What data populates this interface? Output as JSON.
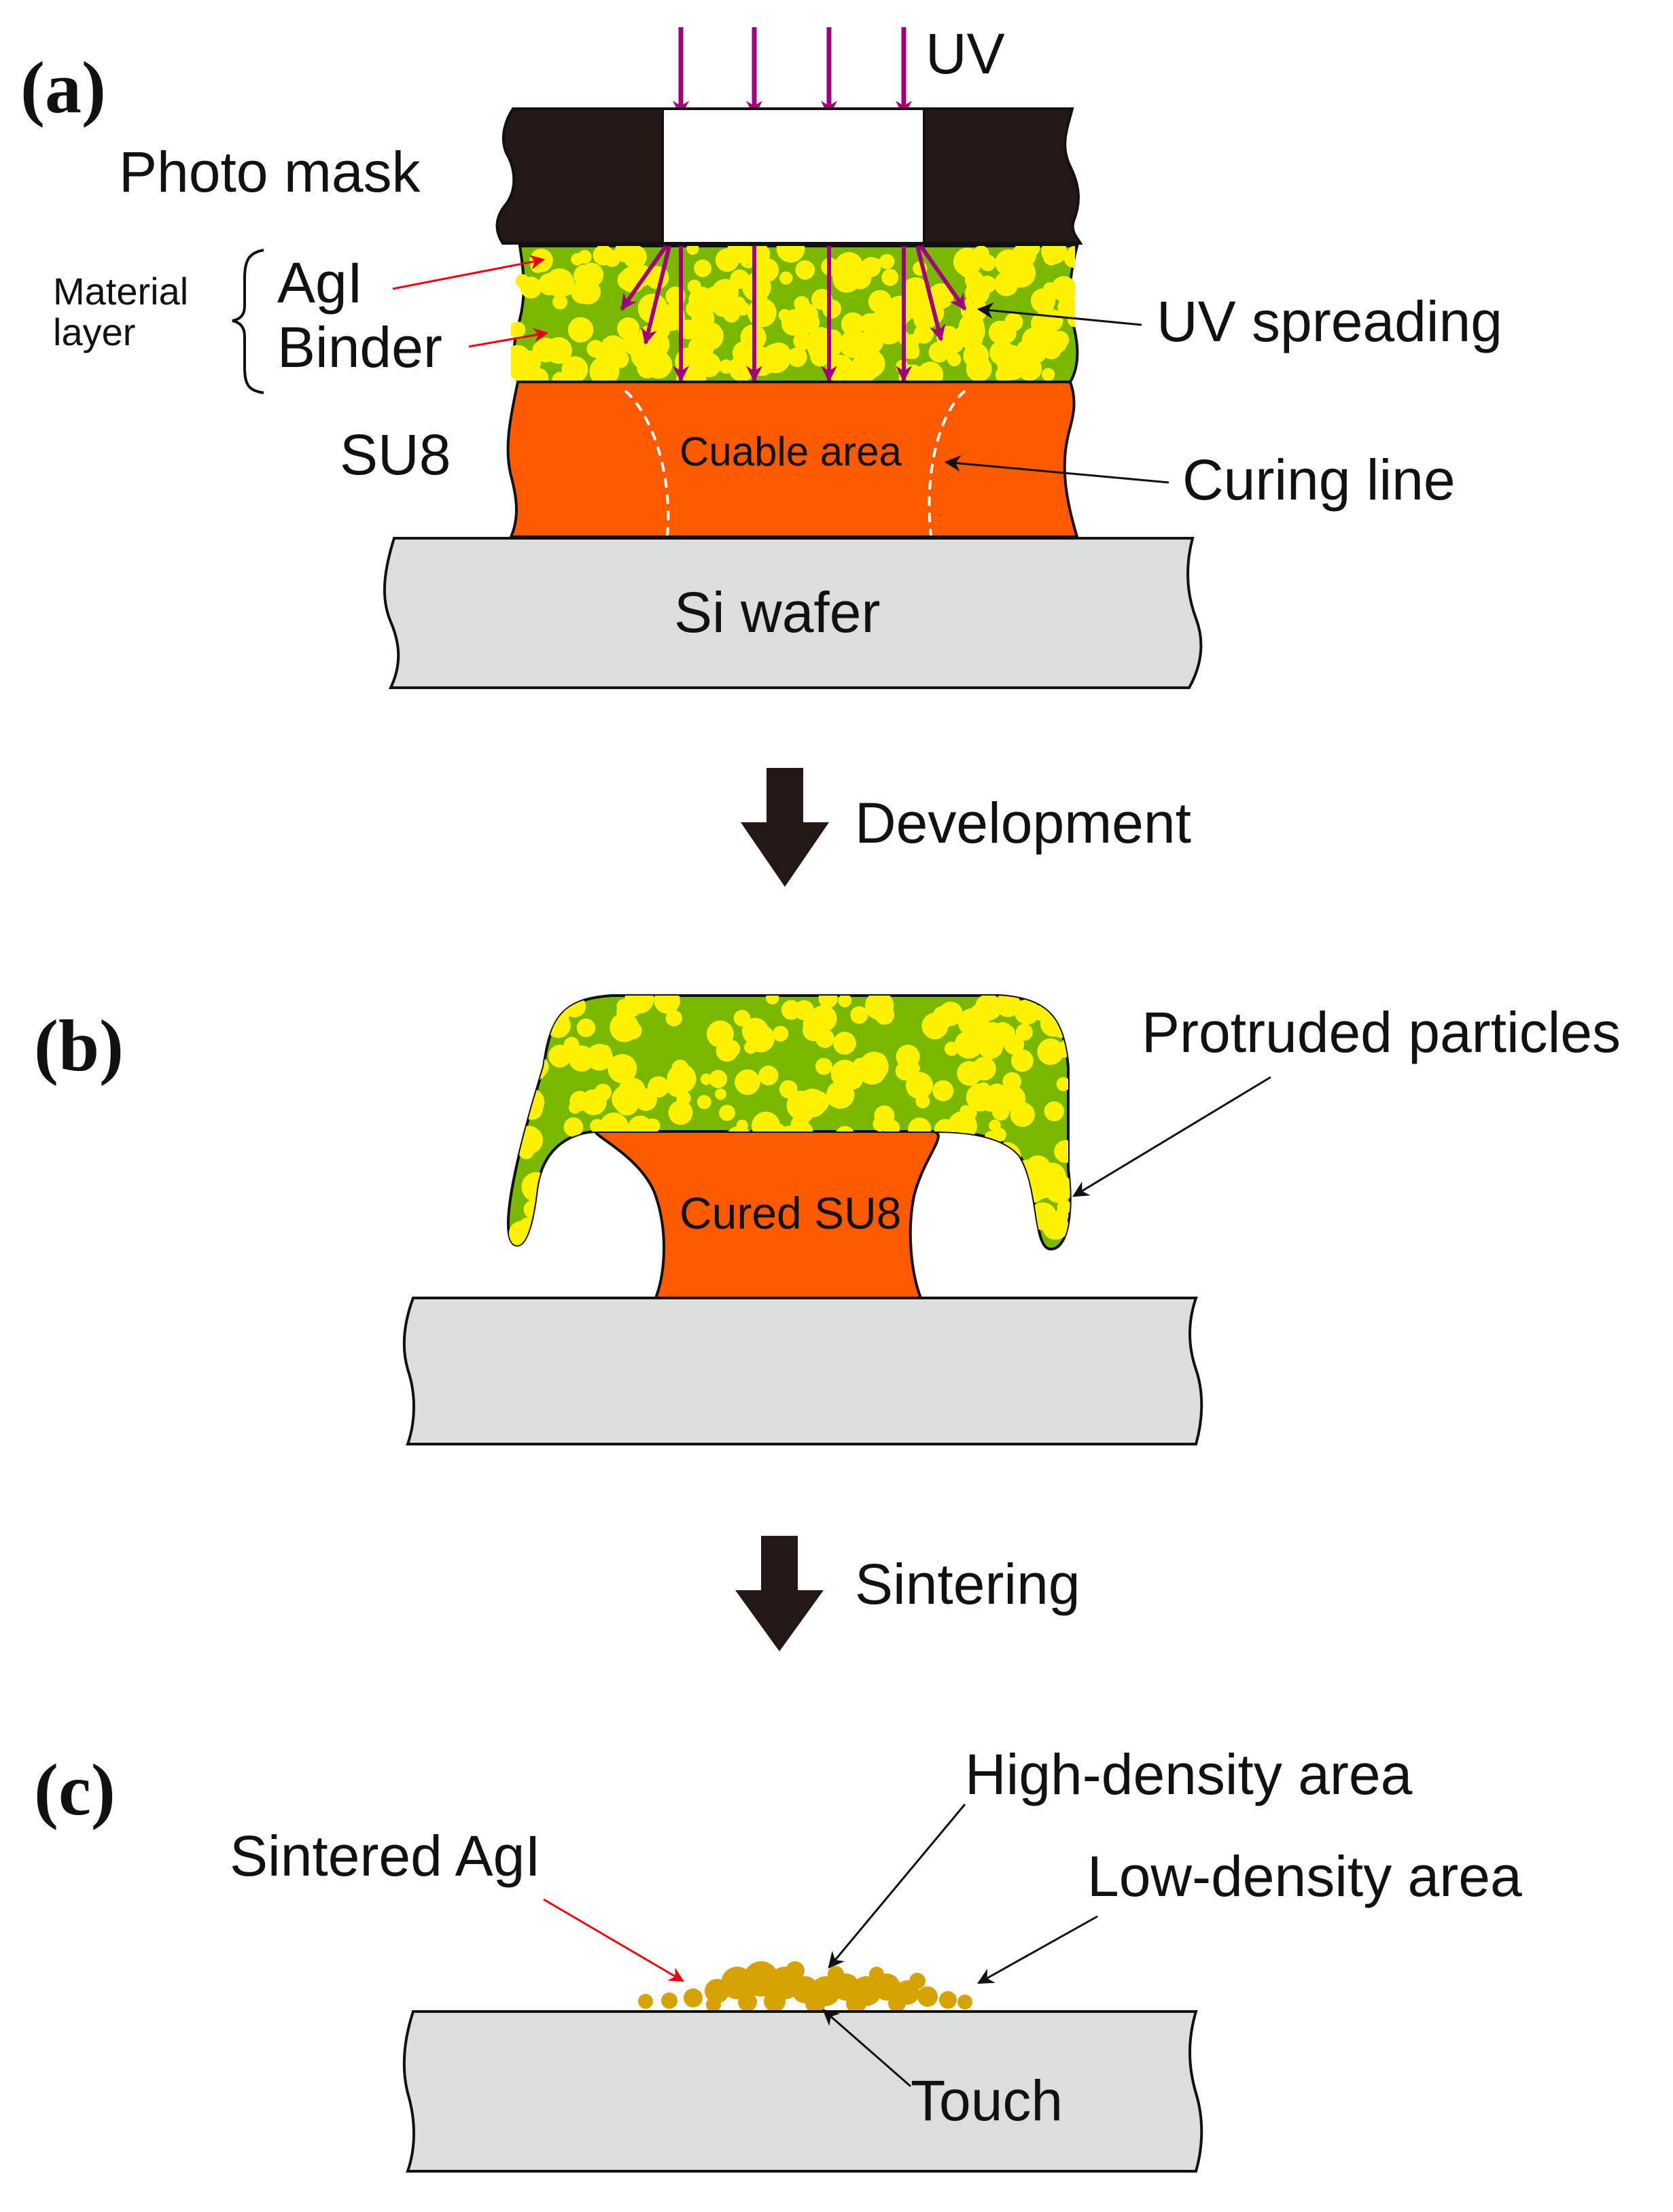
{
  "panels": {
    "a": "(a)",
    "b": "(b)",
    "c": "(c)"
  },
  "labels": {
    "uv": "UV",
    "photo_mask": "Photo mask",
    "material_layer_1": "Material",
    "material_layer_2": "layer",
    "agi": "AgI",
    "binder": "Binder",
    "uv_spreading": "UV spreading",
    "su8": "SU8",
    "cuable_area": "Cuable area",
    "curing_line": "Curing line",
    "si_wafer": "Si wafer",
    "development": "Development",
    "protruded_particles": "Protruded particles",
    "cured_su8": "Cured SU8",
    "sintering": "Sintering",
    "sintered_agi": "Sintered AgI",
    "high_density": "High-density area",
    "low_density": "Low-density area",
    "touch": "Touch"
  },
  "colors": {
    "mask": "#231815",
    "binder": "#7ab800",
    "particle": "#fff200",
    "su8": "#ff5a00",
    "wafer": "#dcdddd",
    "uv_arrow": "#a0007a",
    "pointer_red": "#e60012",
    "sintered": "#d6a200",
    "flow_arrow": "#231815"
  }
}
